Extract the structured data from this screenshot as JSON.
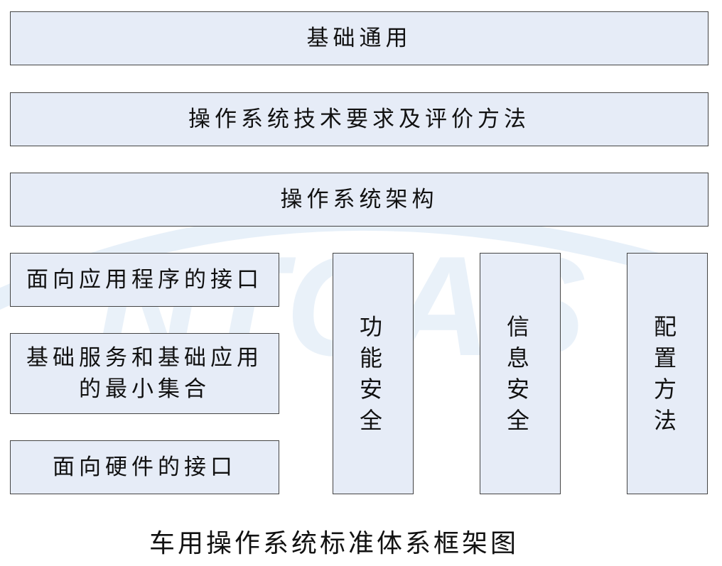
{
  "watermark": {
    "logo_text": "NTCAS",
    "color": "#9ec3e6"
  },
  "rows": [
    {
      "label": "基础通用"
    },
    {
      "label": "操作系统技术要求及评价方法"
    },
    {
      "label": "操作系统架构"
    }
  ],
  "left_stack": [
    {
      "label": "面向应用程序的接口"
    },
    {
      "label": "基础服务和基础应用的最小集合"
    },
    {
      "label": "面向硬件的接口"
    }
  ],
  "columns": [
    {
      "label": "功能安全"
    },
    {
      "label": "信息安全"
    },
    {
      "label": "配置方法"
    }
  ],
  "caption": "车用操作系统标准体系框架图",
  "colors": {
    "box_fill": "#e6ecf7",
    "box_border": "#444444"
  }
}
